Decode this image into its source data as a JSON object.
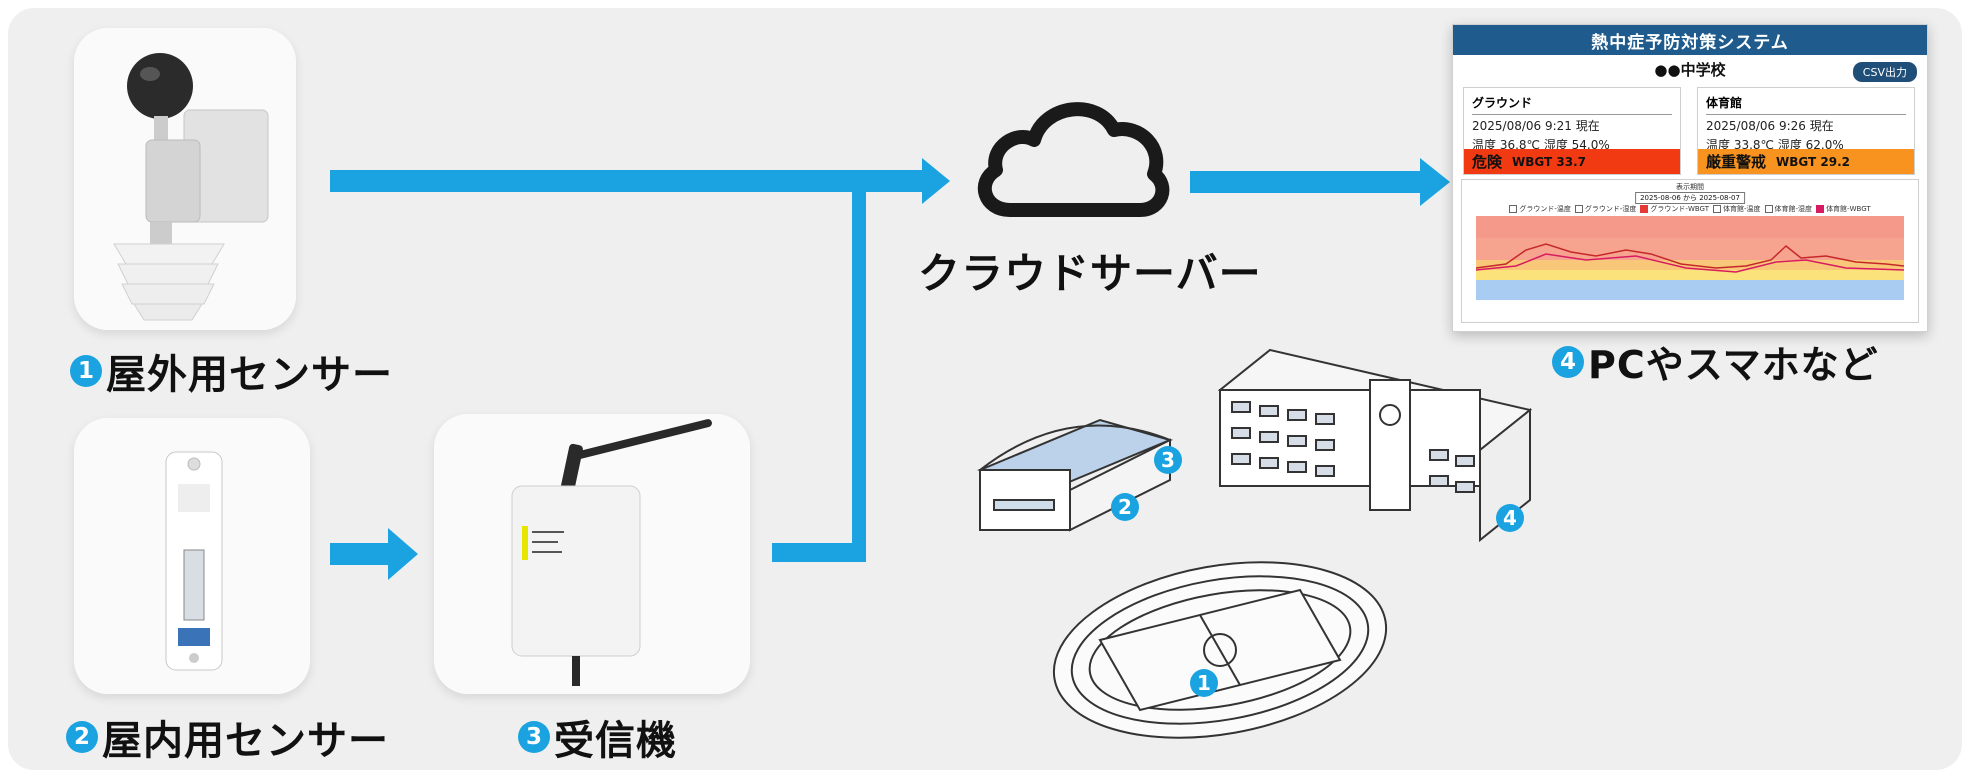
{
  "labels": {
    "outdoor_sensor": "屋外用センサー",
    "indoor_sensor": "屋内用センサー",
    "receiver": "受信機",
    "cloud": "クラウドサーバー",
    "pc": "PCやスマホなど"
  },
  "numbers": {
    "n1": "1",
    "n2": "2",
    "n3": "3",
    "n4": "4"
  },
  "dashboard": {
    "title": "熱中症予防対策システム",
    "school": "●●中学校",
    "csv": "CSV出力",
    "locations": [
      {
        "name": "グラウンド",
        "time": "2025/08/06 9:21 現在",
        "readings": "温度 36.8℃  湿度 54.0%",
        "level": "危険",
        "wbgt": "WBGT 33.7",
        "color": "#f23a12"
      },
      {
        "name": "体育館",
        "time": "2025/08/06 9:26 現在",
        "readings": "温度 33.8℃  湿度 62.0%",
        "level": "厳重警戒",
        "wbgt": "WBGT 29.2",
        "color": "#f7931e"
      }
    ],
    "period_title": "表示期間",
    "period_range": "2025-08-06 から 2025-08-07",
    "legend": [
      {
        "label": "グラウンド-温度",
        "checked": false,
        "color": "#ffffff"
      },
      {
        "label": "グラウンド-湿度",
        "checked": false,
        "color": "#ffffff"
      },
      {
        "label": "グラウンド-WBGT",
        "checked": true,
        "color": "#e53935"
      },
      {
        "label": "体育館-温度",
        "checked": false,
        "color": "#ffffff"
      },
      {
        "label": "体育館-湿度",
        "checked": false,
        "color": "#ffffff"
      },
      {
        "label": "体育館-WBGT",
        "checked": true,
        "color": "#d81b60"
      }
    ]
  },
  "colors": {
    "accent": "#1aa3e0",
    "panel": "#efefef",
    "header": "#1f5b8c"
  }
}
